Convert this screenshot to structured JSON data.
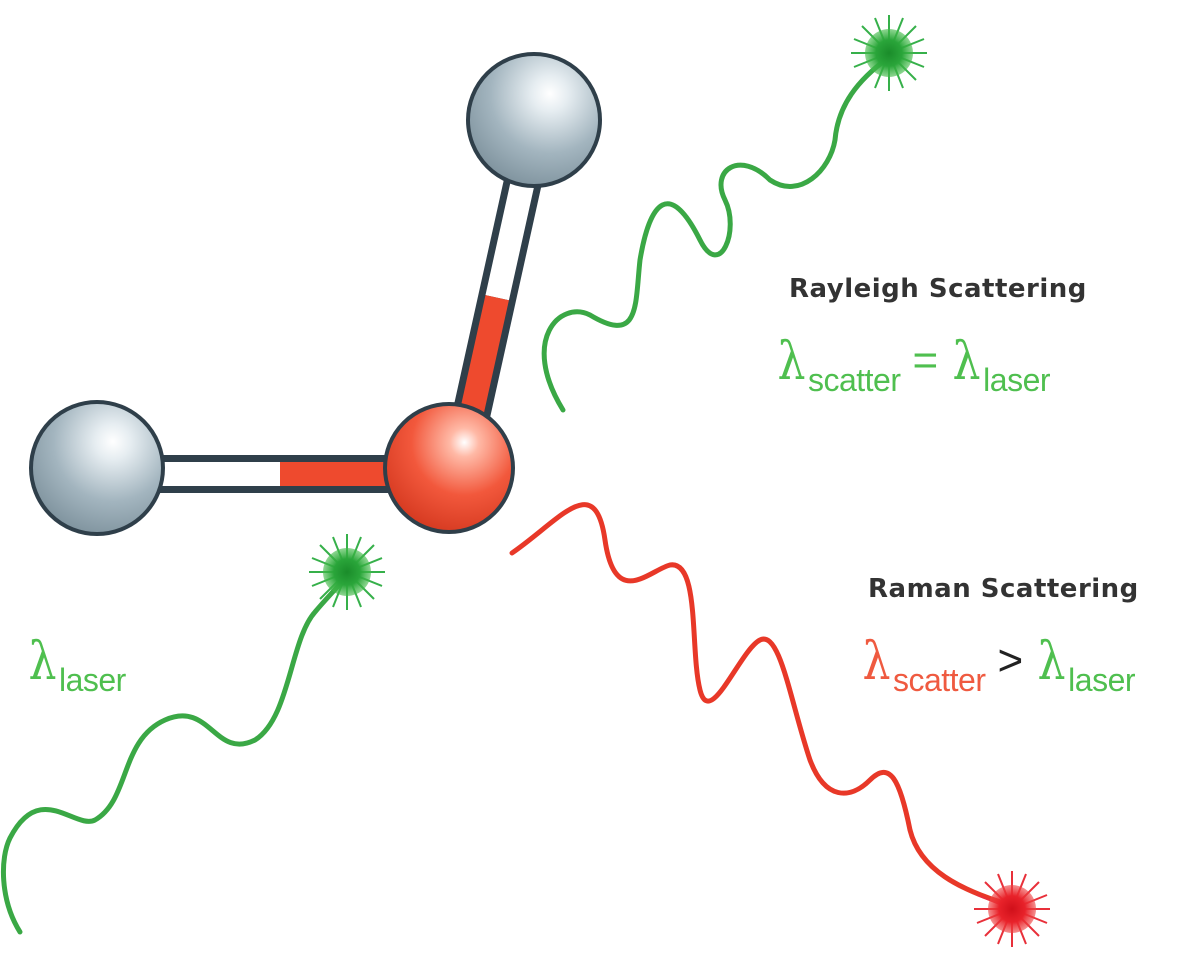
{
  "colors": {
    "green": "#3aa845",
    "green_text": "#4fbf4f",
    "red": "#e83828",
    "red_text": "#ef5a40",
    "atom_gray": "#9fb2bc",
    "atom_red": "#ee4a2e",
    "outline": "#2f3f4a",
    "heading_text": "#333333"
  },
  "molecule": {
    "atoms": [
      "hydrogen-atom-top",
      "hydrogen-atom-left",
      "oxygen-atom"
    ]
  },
  "incident": {
    "symbol": "λ",
    "subscript": "laser"
  },
  "rayleigh": {
    "heading": "Rayleigh Scattering",
    "lhs_symbol": "λ",
    "lhs_subscript": "scatter",
    "operator": "=",
    "rhs_symbol": "λ",
    "rhs_subscript": "laser"
  },
  "raman": {
    "heading": "Raman Scattering",
    "lhs_symbol": "λ",
    "lhs_subscript": "scatter",
    "operator": ">",
    "rhs_symbol": "λ",
    "rhs_subscript": "laser"
  }
}
